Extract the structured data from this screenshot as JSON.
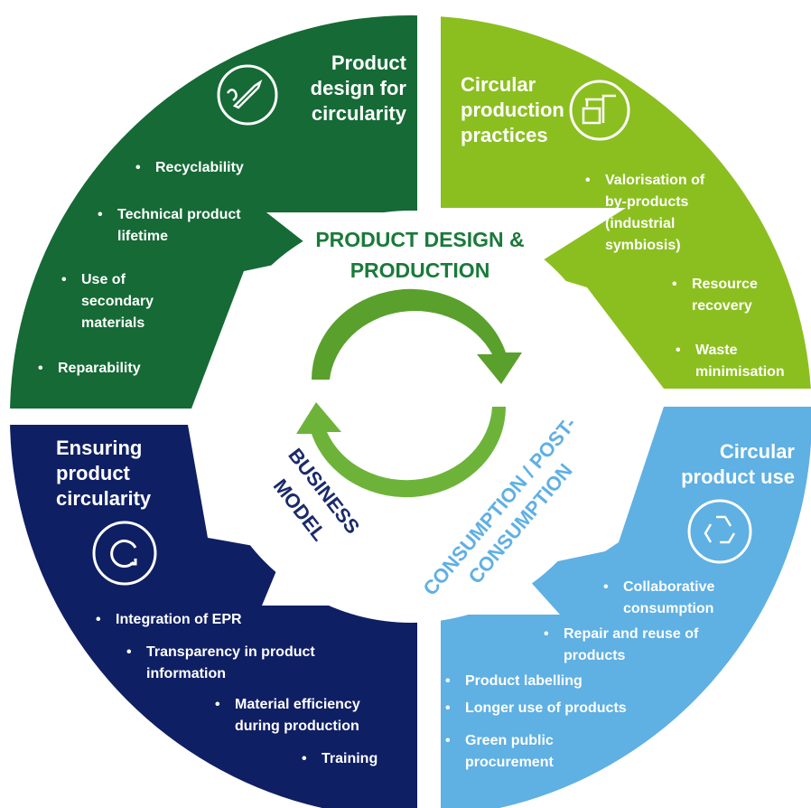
{
  "colors": {
    "dark_green": "#156a35",
    "light_green": "#8bbf1f",
    "navy": "#0f1f64",
    "light_blue": "#5fb0e3",
    "center_text_green": "#1a7a3a",
    "center_text_navy": "#1a2a6c"
  },
  "center": {
    "top_label_line1": "PRODUCT DESIGN &",
    "top_label_line2": "PRODUCTION",
    "left_label": "BUSINESS MODEL",
    "left_label_line1": "BUSINESS",
    "left_label_line2": "MODEL",
    "right_label_line1": "CONSUMPTION / POST-",
    "right_label_line2": "CONSUMPTION"
  },
  "quadrants": {
    "top_left": {
      "title_lines": [
        "Product",
        "design for",
        "circularity"
      ],
      "icon": "paintbrush-icon",
      "items": [
        "Recyclability",
        "Technical product",
        "lifetime",
        "Use of",
        "secondary",
        "materials",
        "Reparability"
      ]
    },
    "top_right": {
      "title_lines": [
        "Circular",
        "production",
        "practices"
      ],
      "icon": "factory-crane-icon",
      "items": [
        "Valorisation of",
        "by-products",
        "(industrial",
        "symbiosis)",
        "Resource",
        "recovery",
        "Waste",
        "minimisation"
      ]
    },
    "bottom_left": {
      "title_lines": [
        "Ensuring",
        "product",
        "circularity"
      ],
      "icon": "refresh-cycle-icon",
      "items": [
        "Integration of EPR",
        "Transparency in product",
        "information",
        "Material efficiency",
        "during production",
        "Training"
      ]
    },
    "bottom_right": {
      "title_lines": [
        "Circular",
        "product use"
      ],
      "icon": "recycle-icon",
      "items": [
        "Collaborative",
        "consumption",
        "Repair and reuse of",
        "products",
        "Product labelling",
        "Longer use of products",
        "Green public",
        "procurement"
      ]
    }
  },
  "bullet_char": "•"
}
